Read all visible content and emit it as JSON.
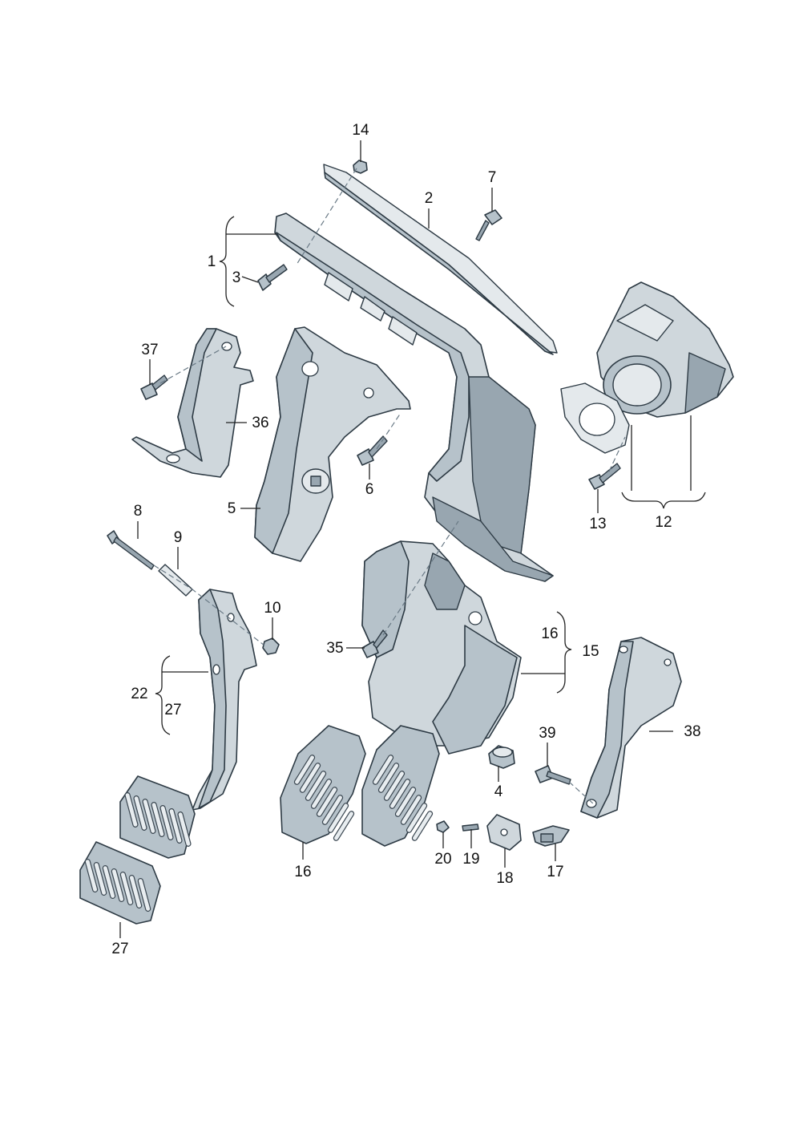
{
  "callouts": {
    "c1": "1",
    "c2": "2",
    "c3": "3",
    "c4": "4",
    "c5": "5",
    "c6": "6",
    "c7": "7",
    "c8": "8",
    "c9": "9",
    "c10": "10",
    "c12": "12",
    "c13": "13",
    "c14": "14",
    "c15": "15",
    "c16a": "16",
    "c16b": "16",
    "c17": "17",
    "c18": "18",
    "c19": "19",
    "c20": "20",
    "c22": "22",
    "c27a": "27",
    "c27b": "27",
    "c35": "35",
    "c36": "36",
    "c37": "37",
    "c38": "38",
    "c39": "39"
  },
  "colors": {
    "part_light": "#cfd7dc",
    "part_mid": "#b6c2ca",
    "part_dark": "#98a6b0",
    "outline": "#2d3a44",
    "label": "#111111"
  }
}
